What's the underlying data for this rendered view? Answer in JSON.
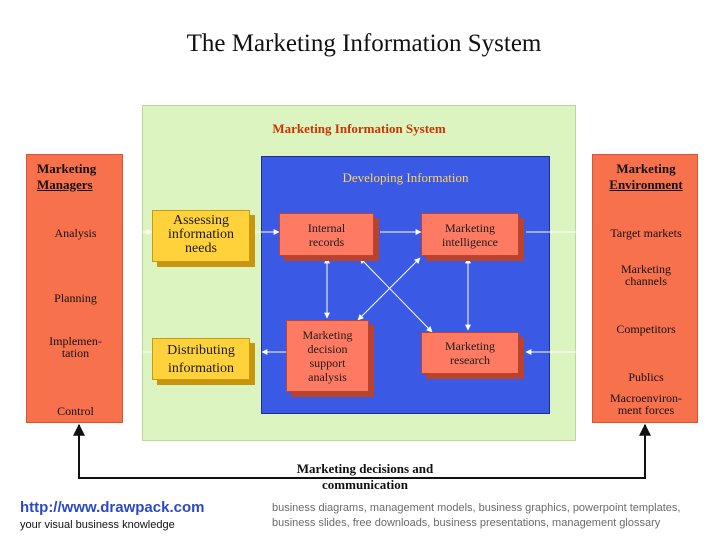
{
  "title": "The Marketing Information System",
  "mis_label": "Marketing Information System",
  "developing_label": "Developing Information",
  "managers": {
    "heading": [
      "Marketing",
      "Managers"
    ],
    "items": [
      "Analysis",
      "Planning",
      "Implemen-",
      "tation",
      "Control"
    ]
  },
  "environment": {
    "heading": [
      "Marketing",
      "Environment"
    ],
    "items": [
      "Target markets",
      "Marketing",
      "channels",
      "Competitors",
      "Publics",
      "Macroenviron-",
      "ment forces"
    ]
  },
  "assessing": [
    "Assessing",
    "information",
    "needs"
  ],
  "distributing": [
    "Distributing",
    "information"
  ],
  "internal": [
    "Internal",
    "records"
  ],
  "intelligence": [
    "Marketing",
    "intelligence"
  ],
  "mdss": [
    "Marketing",
    "decision",
    "support",
    "analysis"
  ],
  "research": [
    "Marketing",
    "research"
  ],
  "bottom_label": [
    "Marketing decisions and",
    "communication"
  ],
  "footer": {
    "url": "http://www.drawpack.com",
    "tagline": "your visual business knowledge",
    "keywords": "business diagrams, management models, business graphics, powerpoint templates, business slides, free downloads, business presentations, management glossary"
  }
}
